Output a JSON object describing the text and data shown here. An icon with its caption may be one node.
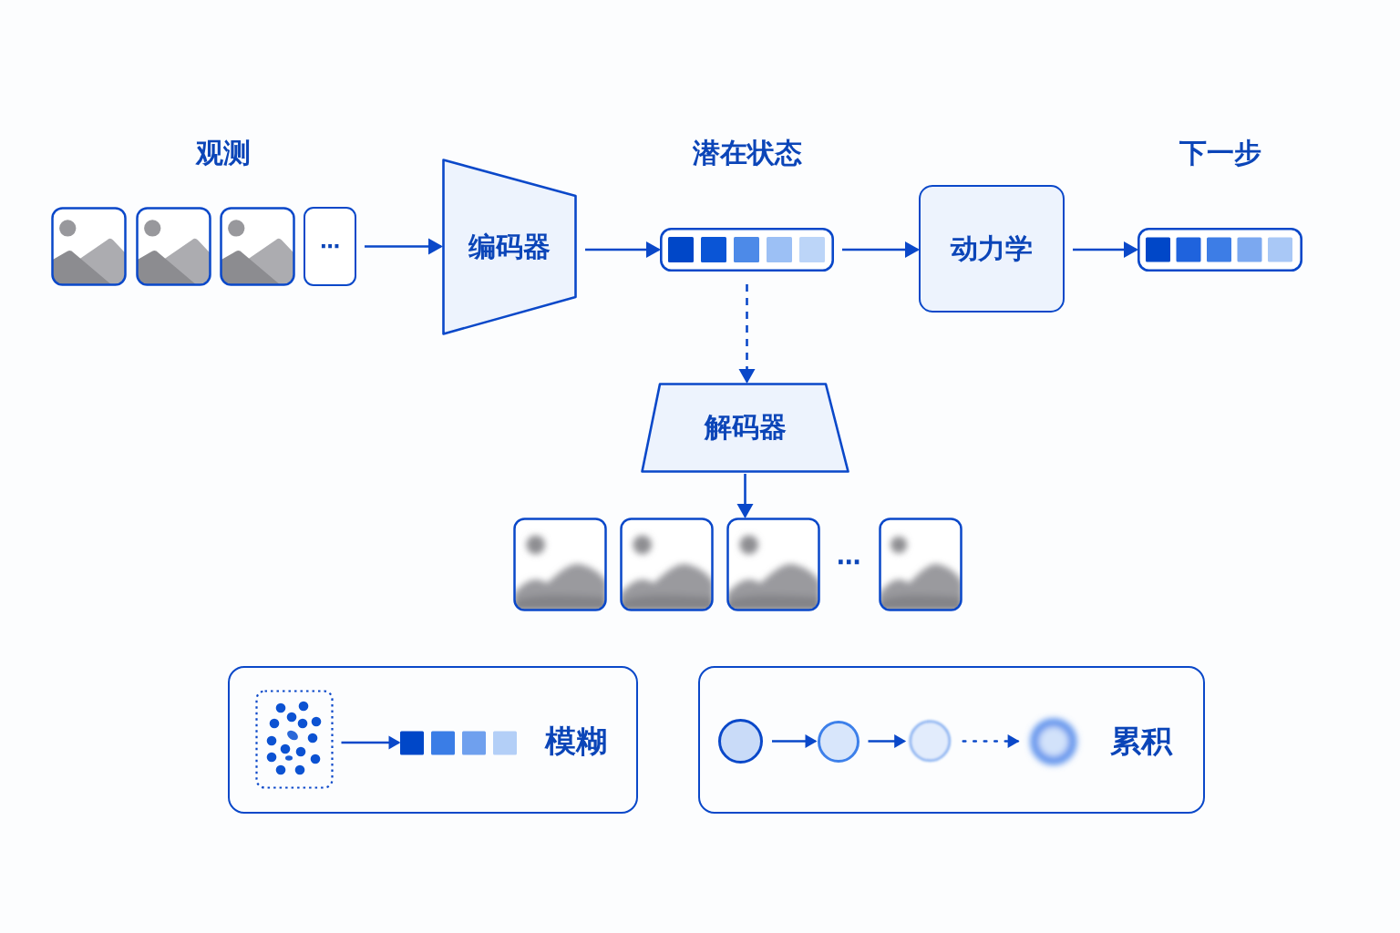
{
  "diagram": {
    "nodes": [
      {
        "text": [],
        "shape": "picture"
      },
      {
        "text": [],
        "shape": "picture"
      },
      {
        "text": [],
        "shape": "picture"
      },
      {
        "text": [
          "⋯"
        ]
      },
      {
        "text": [
          "编码器"
        ]
      },
      {
        "text": [
          "潜在状态"
        ]
      },
      {
        "text": [
          "动力学"
        ]
      },
      {
        "text": [
          "下一步"
        ]
      },
      {
        "text": [
          "解码器"
        ]
      },
      {
        "text": [],
        "shape": "picture"
      },
      {
        "text": [],
        "shape": "picture"
      },
      {
        "text": [],
        "shape": "picture"
      },
      {
        "text": [],
        "shape": "picture"
      },
      {
        "text": [
          "模糊"
        ]
      },
      {
        "text": [],
        "shape": "box",
        "in": 13
      },
      {
        "text": [],
        "shape": "bar",
        "in": 13
      },
      {
        "text": [
          "累积"
        ]
      },
      {
        "text": [],
        "shape": "circle",
        "in": 16
      },
      {
        "text": [],
        "shape": "circle",
        "in": 16
      },
      {
        "text": [],
        "shape": "circle",
        "in": 16
      },
      {
        "text": [],
        "shape": "circle",
        "in": 16
      }
    ],
    "edges": [
      {
        "from": 3,
        "to": 4,
        "arrow": "to"
      },
      {
        "from": 4,
        "to": 5,
        "arrow": "to"
      },
      {
        "from": 5,
        "to": 6,
        "arrow": "to"
      },
      {
        "from": 6,
        "to": 7,
        "arrow": "to"
      },
      {
        "from": 5,
        "to": 8,
        "arrow": "to",
        "style": "dashed"
      },
      {
        "from": 8,
        "to": 11,
        "arrow": "to"
      },
      {
        "from": 14,
        "to": 15,
        "arrow": "to"
      },
      {
        "from": 17,
        "to": 18,
        "arrow": "to"
      },
      {
        "from": 18,
        "to": 19,
        "arrow": "to"
      },
      {
        "from": 19,
        "to": 20,
        "arrow": "to",
        "style": "dashed"
      }
    ],
    "labels": [
      "观测",
      "⋯"
    ]
  }
}
